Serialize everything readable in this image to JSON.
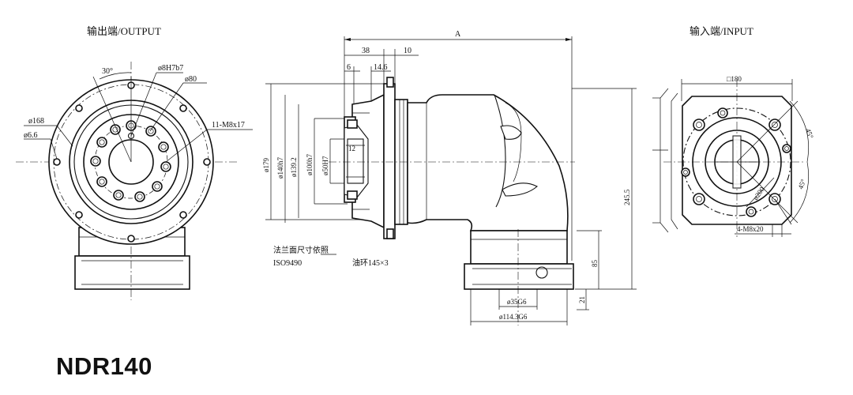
{
  "model": "NDR140",
  "views": {
    "output": {
      "heading": "输出端/OUTPUT"
    },
    "input": {
      "heading": "输入端/INPUT"
    }
  },
  "dimensions": {
    "angle_30": "30°",
    "d_8h7b7": "ø8H7b7",
    "d_80": "ø80",
    "d_168": "ø168",
    "d_6_6": "ø6.6",
    "holes_11_m8x17": "11-M8x17",
    "len_a": "A",
    "len_38": "38",
    "len_10": "10",
    "len_6": "6",
    "len_14_6": "14.6",
    "d_179": "ø179",
    "d_140h7": "ø140h7",
    "d_139_2": "ø139.2",
    "d_100h7": "ø100h7",
    "d_50h7": "ø50H7",
    "len_12": "12",
    "height_245_5": "245.5",
    "height_85": "85",
    "height_21": "21",
    "d_35g6": "ø35G6",
    "d_114_3g6": "ø114.3G6",
    "sq_180": "□180",
    "angle_45_top": "45°",
    "angle_45_bottom": "45°",
    "d_200": "ø200",
    "holes_4_m8x20": "4-M8x20"
  },
  "notes": {
    "flange_note_line1": "法兰面尺寸依照",
    "flange_note_line2": "ISO9490",
    "oil_ring": "油环145×3"
  }
}
